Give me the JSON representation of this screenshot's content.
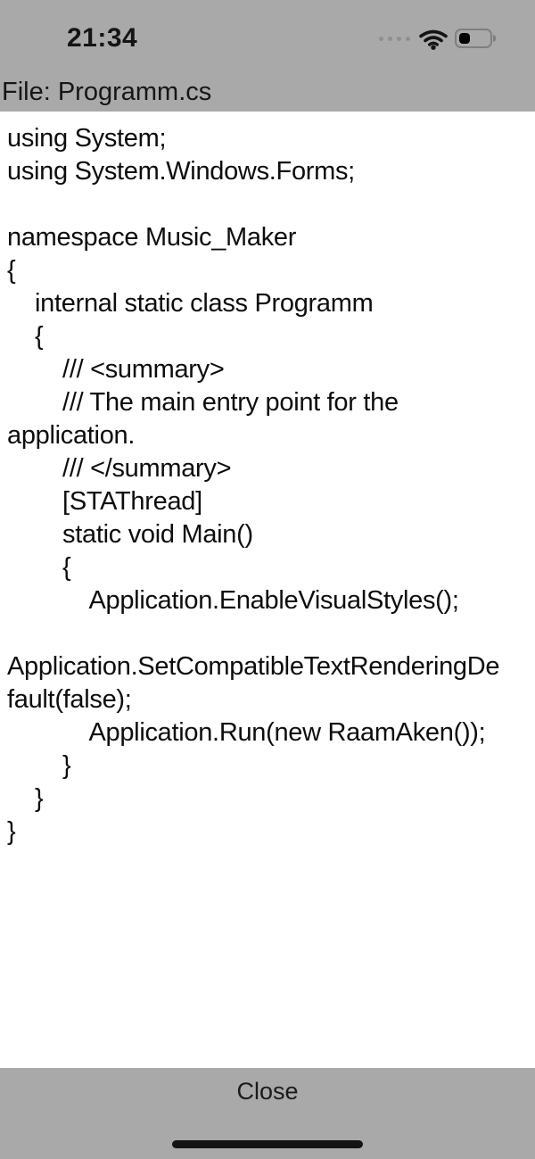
{
  "colors": {
    "bar_gray": "#a9a9a9",
    "page_bg": "#ffffff",
    "text": "#0d0d0d",
    "battery_outline": "#7f7f7f",
    "signal_dot": "#8f8f8f",
    "home_indicator": "#141414"
  },
  "status_bar": {
    "time": "21:34",
    "icons": {
      "cellular": "cellular-no-signal-dots",
      "wifi": "wifi-full-icon",
      "battery": "battery-low-icon"
    }
  },
  "header": {
    "title": "File: Programm.cs"
  },
  "code": {
    "lines": [
      "using System;",
      "using System.Windows.Forms;",
      "",
      "namespace Music_Maker",
      "{",
      "    internal static class Programm",
      "    {",
      "        /// <summary>",
      "        /// The main entry point for the",
      "application.",
      "        /// </summary>",
      "        [STAThread]",
      "        static void Main()",
      "        {",
      "            Application.EnableVisualStyles();",
      "            ",
      "Application.SetCompatibleTextRenderingDe",
      "fault(false);",
      "            Application.Run(new RaamAken());",
      "        }",
      "    }",
      "}"
    ]
  },
  "footer": {
    "close_label": "Close"
  }
}
